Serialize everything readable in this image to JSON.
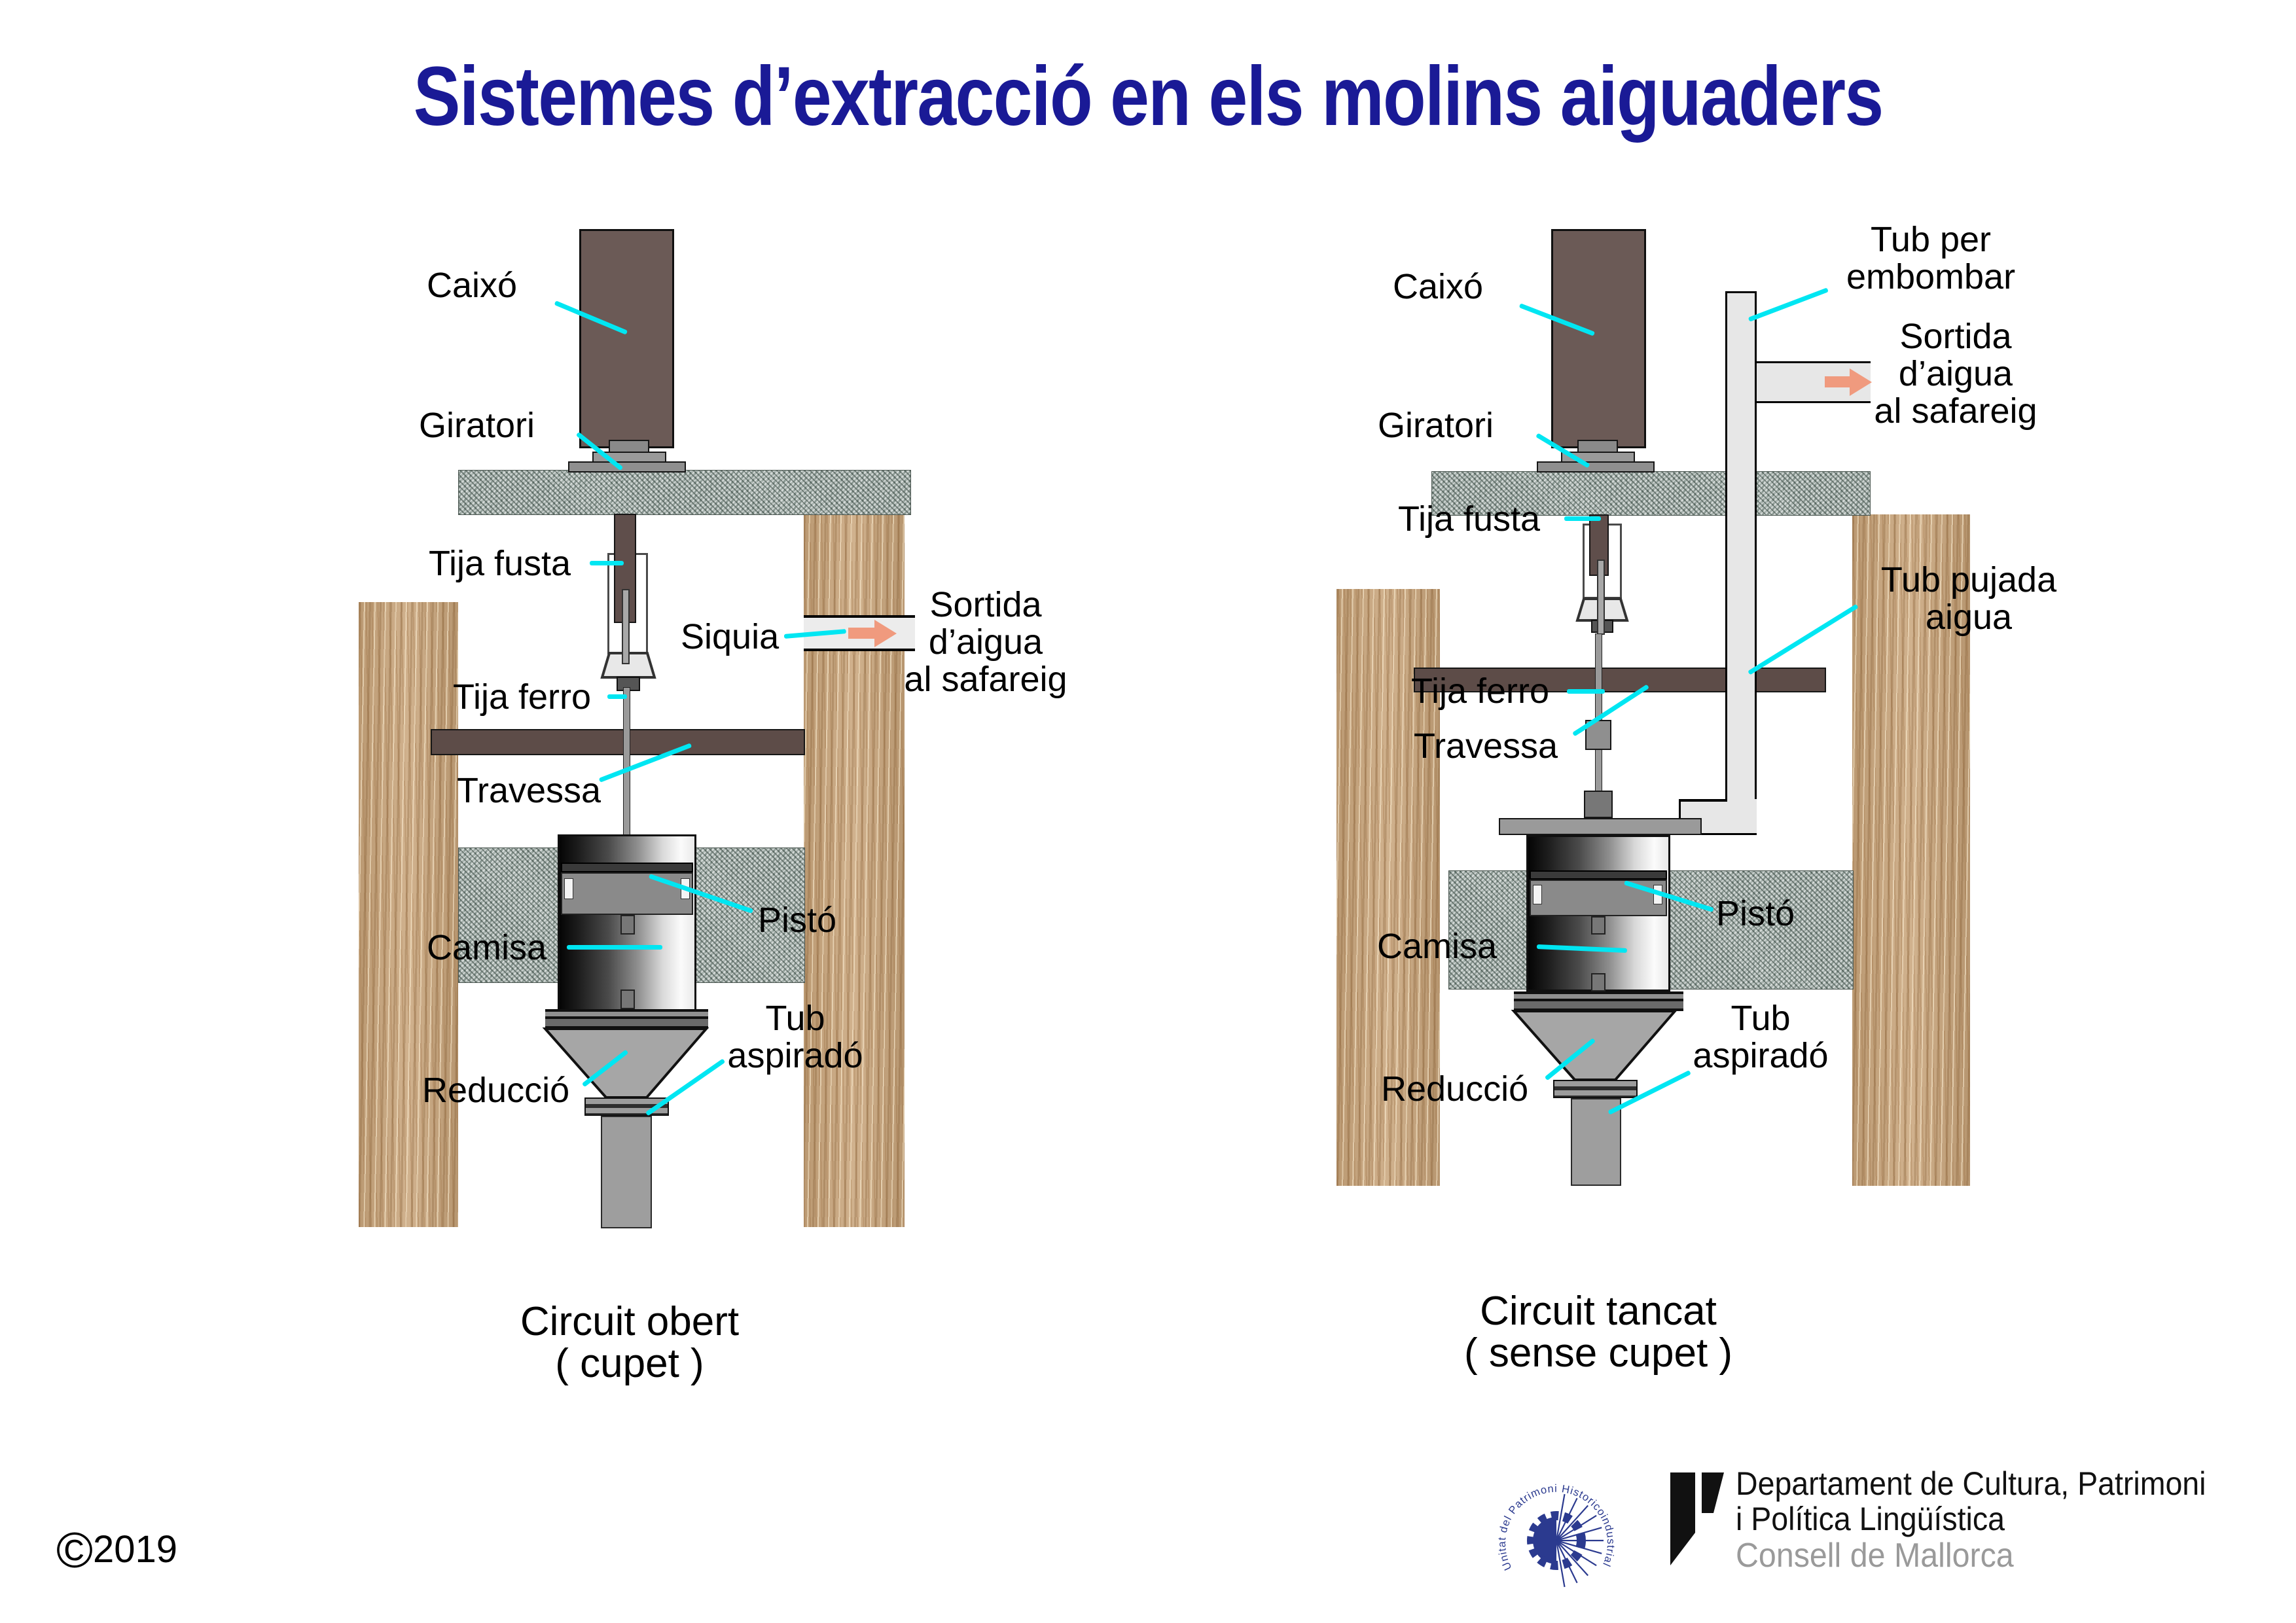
{
  "title": "Sistemes d’extracció en els molins aiguaders",
  "copyright": {
    "symbol": "©",
    "year": "2019"
  },
  "colors": {
    "title_navy": "#1a1a96",
    "accent_cyan": "#00e6f2",
    "arrow_salmon": "#f09a7e",
    "logo_blue": "#2b3a8f",
    "wood": "#c9a57b",
    "stone_gray": "#a9b4af",
    "dark_brown": "#6b5a56",
    "consell_gray": "#9a9a9a"
  },
  "diagram_left": {
    "caption_line1": "Circuit obert",
    "caption_line2": "( cupet )",
    "labels": {
      "caixo": "Caixó",
      "giratori": "Giratori",
      "tija_fusta": "Tija fusta",
      "siquia": "Siquia",
      "sortida_line1": "Sortida",
      "sortida_line2": "d’aigua",
      "sortida_line3": "al safareig",
      "tija_ferro": "Tija ferro",
      "travessa": "Travessa",
      "pisto": "Pistó",
      "camisa": "Camisa",
      "reduccio": "Reducció",
      "tub_line1": "Tub",
      "tub_line2": "aspiradó"
    }
  },
  "diagram_right": {
    "caption_line1": "Circuit tancat",
    "caption_line2": "( sense cupet )",
    "labels": {
      "caixo": "Caixó",
      "giratori": "Giratori",
      "tub_embombar_line1": "Tub per",
      "tub_embombar_line2": "embombar",
      "sortida_line1": "Sortida",
      "sortida_line2": "d’aigua",
      "sortida_line3": "al safareig",
      "tija_fusta": "Tija fusta",
      "tub_pujada_line1": "Tub pujada",
      "tub_pujada_line2": "aigua",
      "tija_ferro": "Tija ferro",
      "travessa": "Travessa",
      "pisto": "Pistó",
      "camisa": "Camisa",
      "reduccio": "Reducció",
      "tub_line1": "Tub",
      "tub_line2": "aspiradó"
    }
  },
  "footer": {
    "logo_ring_text": "Unitat del Patrimoni Historicoindustrial",
    "dept_line1": "Departament de Cultura, Patrimoni",
    "dept_line2": "i Política Lingüística",
    "dept_line3": "Consell de Mallorca"
  }
}
